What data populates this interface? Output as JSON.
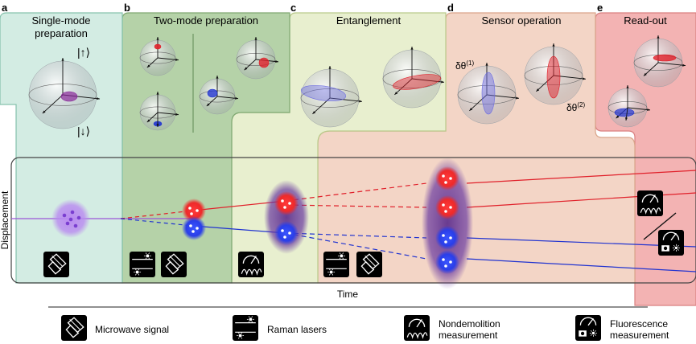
{
  "panels": [
    {
      "letter": "a",
      "title_lines": [
        "Single-mode",
        "preparation"
      ]
    },
    {
      "letter": "b",
      "title_lines": [
        "Two-mode preparation"
      ]
    },
    {
      "letter": "c",
      "title_lines": [
        "Entanglement"
      ]
    },
    {
      "letter": "d",
      "title_lines": [
        "Sensor operation"
      ]
    },
    {
      "letter": "e",
      "title_lines": [
        "Read-out"
      ]
    }
  ],
  "kets": {
    "up": "|↑⟩",
    "down": "|↓⟩"
  },
  "sensor_labels": {
    "theta1": "δθ",
    "theta1_sup": "(1)",
    "theta2": "δθ",
    "theta2_sup": "(2)"
  },
  "axes": {
    "y_label": "Displacement",
    "x_label": "Time"
  },
  "legend": [
    {
      "icon": "microwave-icon",
      "label_lines": [
        "Microwave signal"
      ]
    },
    {
      "icon": "raman-lasers-icon",
      "label_lines": [
        "Raman lasers"
      ]
    },
    {
      "icon": "nondemolition-icon",
      "label_lines": [
        "Nondemolition",
        "measurement"
      ]
    },
    {
      "icon": "fluorescence-icon",
      "label_lines": [
        "Fluorescence",
        "measurement"
      ]
    }
  ],
  "colors": {
    "panel_a": "#cfe9e0",
    "panel_b": "#a8c79a",
    "panel_c": "#e4ecc8",
    "panel_d": "#f1d0c0",
    "panel_e": "#f2a8a8",
    "red_mode": "#e0202a",
    "blue_mode": "#2033d0",
    "initial": "#9a55d8"
  }
}
